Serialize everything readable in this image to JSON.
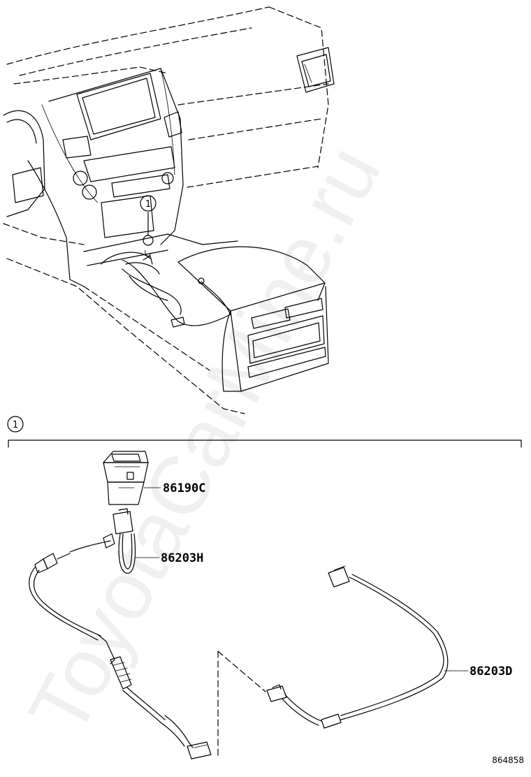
{
  "callouts": {
    "top": "1",
    "section": "1"
  },
  "parts": [
    {
      "number": "86190C"
    },
    {
      "number": "86203H"
    },
    {
      "number": "86203D"
    }
  ],
  "illustration_code": "864858",
  "watermark": "ToyotaCarMine.ru"
}
